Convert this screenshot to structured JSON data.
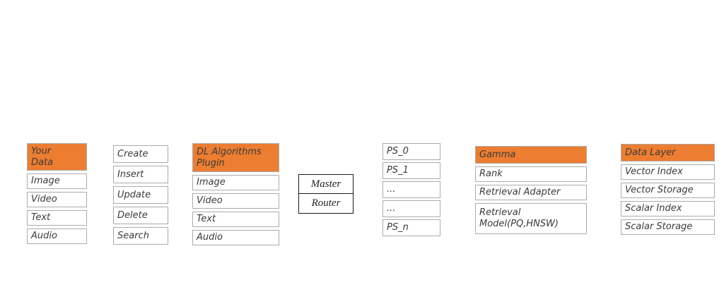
{
  "diagram": {
    "your_data": {
      "header": "Your\nData",
      "rows": [
        "Image",
        "Video",
        "Text",
        "Audio"
      ]
    },
    "crud_ops": {
      "rows": [
        "Create",
        "Insert",
        "Update",
        "Delete",
        "Search"
      ]
    },
    "dl_plugin": {
      "header": "DL Algorithms\nPlugin",
      "rows": [
        "Image",
        "Video",
        "Text",
        "Audio"
      ]
    },
    "master_router": {
      "rows": [
        "Master",
        "Router"
      ]
    },
    "param_servers": {
      "rows": [
        "PS_0",
        "PS_1",
        "...",
        "...",
        "PS_n"
      ]
    },
    "gamma": {
      "header": "Gamma",
      "rows": [
        "Rank",
        "Retrieval Adapter",
        "Retrieval\nModel(PQ,HNSW)"
      ]
    },
    "data_layer": {
      "header": "Data Layer",
      "rows": [
        "Vector Index",
        "Vector Storage",
        "Scalar Index",
        "Scalar Storage"
      ]
    },
    "colors": {
      "header_bg": "#ED7D31",
      "cell_border": "#ABABAB",
      "router_border": "#1A1A1A",
      "text": "#3A3A3A"
    }
  }
}
